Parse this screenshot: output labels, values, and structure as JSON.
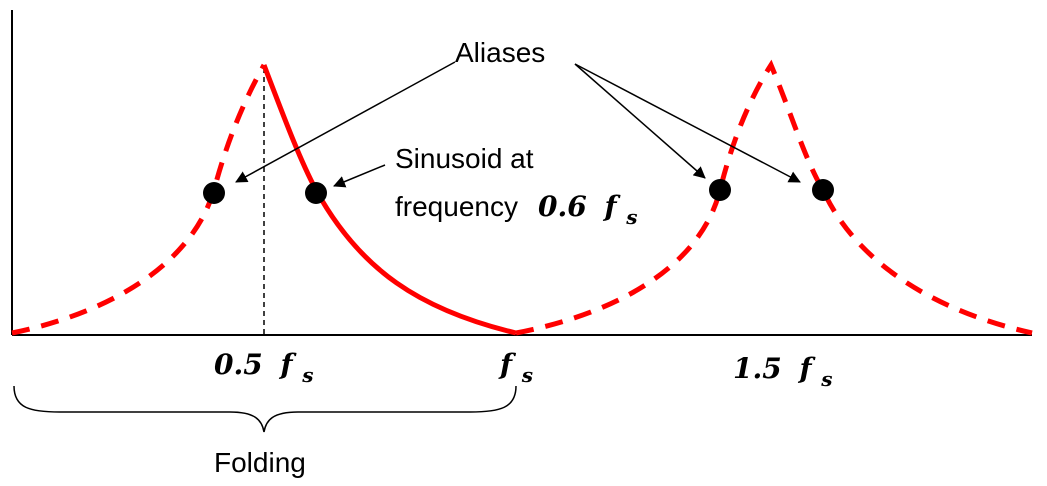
{
  "annotations": {
    "aliases": "Aliases",
    "sinusoid_line1": "Sinusoid at",
    "sinusoid_line2": "frequency",
    "sinusoid_freq": "0.6",
    "folding": "Folding"
  },
  "axis_labels": {
    "half_fs_coef": "0.5",
    "fs_symbol": "f",
    "fs_subscript": "s",
    "one_half_fs_coef": "1.5"
  },
  "colors": {
    "curve": "#ff0000",
    "axis": "#000000",
    "marker": "#000000"
  }
}
